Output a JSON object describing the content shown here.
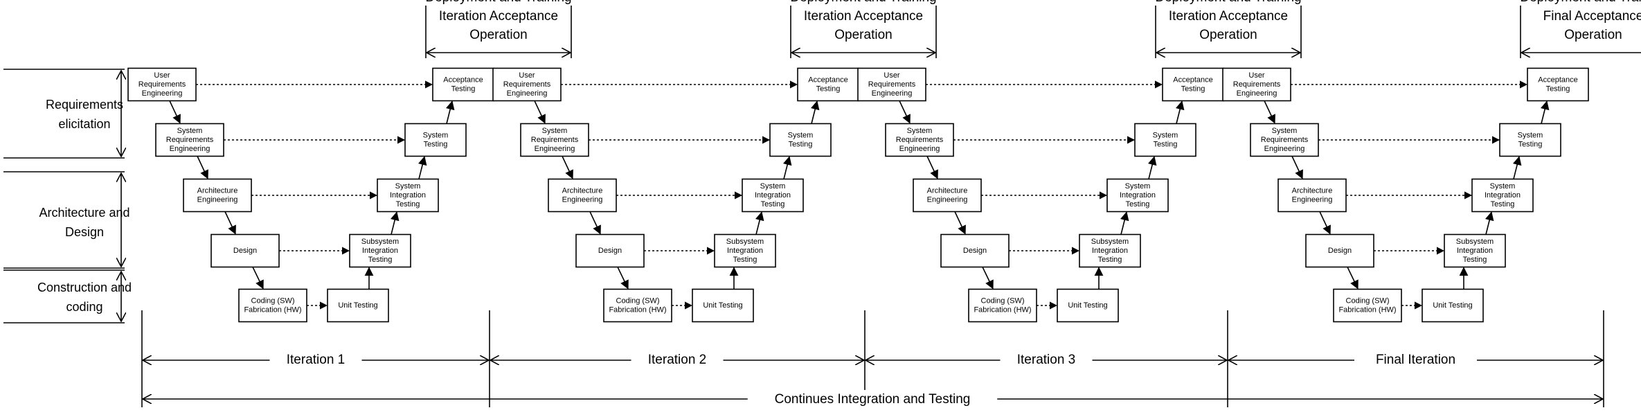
{
  "phases": [
    {
      "label_lines": [
        "Requirements",
        "elicitation"
      ]
    },
    {
      "label_lines": [
        "Architecture and",
        "Design"
      ]
    },
    {
      "label_lines": [
        "Construction and",
        "coding"
      ]
    }
  ],
  "iterations": [
    {
      "label": "Iteration 1",
      "deployment_lines": [
        "Deployment and Training",
        "Iteration Acceptance",
        "Operation"
      ]
    },
    {
      "label": "Iteration 2",
      "deployment_lines": [
        "Deployment and Training",
        "Iteration Acceptance",
        "Operation"
      ]
    },
    {
      "label": "Iteration 3",
      "deployment_lines": [
        "Deployment and Training",
        "Iteration Acceptance",
        "Operation"
      ]
    },
    {
      "label": "Final Iteration",
      "deployment_lines": [
        "Deployment and Training",
        "Final Acceptance",
        "Operation"
      ]
    }
  ],
  "v_model": {
    "left": [
      {
        "id": "user-requirements-engineering",
        "lines": [
          "User",
          "Requirements",
          "Engineering"
        ]
      },
      {
        "id": "system-requirements-engineering",
        "lines": [
          "System",
          "Requirements",
          "Engineering"
        ]
      },
      {
        "id": "architecture-engineering",
        "lines": [
          "Architecture",
          "Engineering"
        ]
      },
      {
        "id": "design",
        "lines": [
          "Design"
        ]
      },
      {
        "id": "coding-fabrication",
        "lines": [
          "Coding (SW)",
          "Fabrication (HW)"
        ]
      }
    ],
    "right": [
      {
        "id": "acceptance-testing",
        "lines": [
          "Acceptance",
          "Testing"
        ]
      },
      {
        "id": "system-testing",
        "lines": [
          "System",
          "Testing"
        ]
      },
      {
        "id": "system-integration-testing",
        "lines": [
          "System",
          "Integration",
          "Testing"
        ]
      },
      {
        "id": "subsystem-integration-testing",
        "lines": [
          "Subsystem",
          "Integration",
          "Testing"
        ]
      },
      {
        "id": "unit-testing",
        "lines": [
          "Unit Testing"
        ]
      }
    ]
  },
  "continuous_label": "Continues Integration and Testing"
}
